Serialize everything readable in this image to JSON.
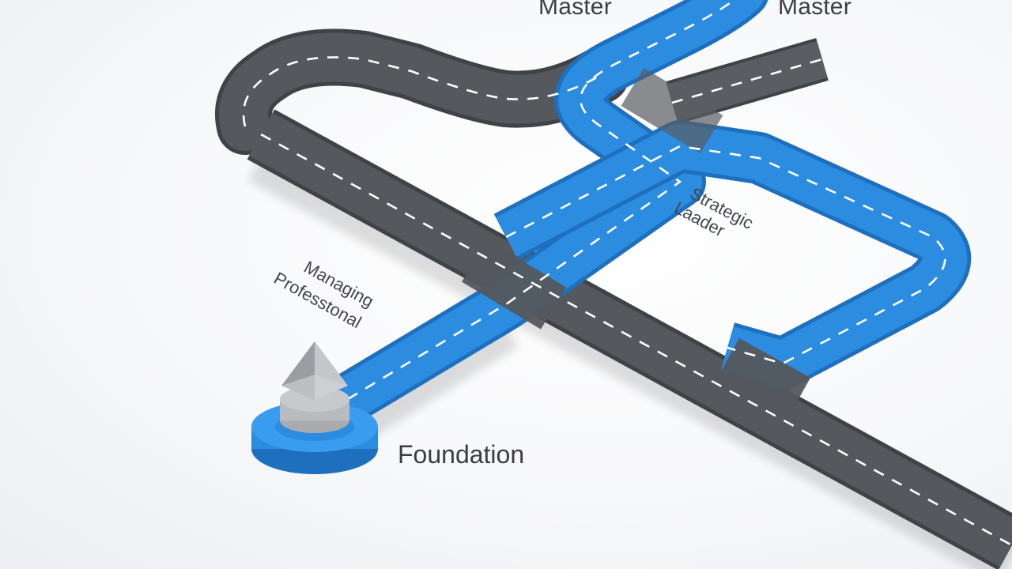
{
  "labels": {
    "master_left": "Master",
    "master_right": "Master",
    "managing": "Managing",
    "professional": "Professtonal",
    "strategic": "Strategic",
    "leader": "Laader",
    "foundation": "Foundation"
  },
  "colors": {
    "road_gray": "#55585d",
    "road_gray_dark": "#3f4247",
    "road_blue": "#2b8ce0",
    "road_blue_dark": "#1e6fbd",
    "lane_marking": "#ffffff",
    "pedestal_blue": "#2f8fe2",
    "marker_gray": "#b9bbbf"
  },
  "icons": {
    "marker": "location-marker-icon"
  }
}
